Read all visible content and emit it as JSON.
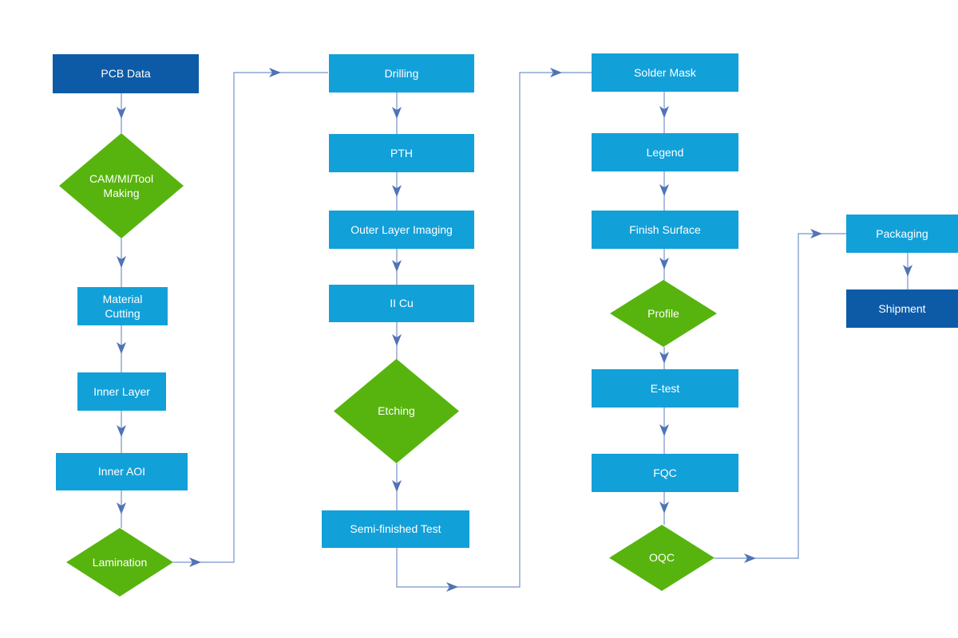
{
  "nodes": {
    "pcb_data": {
      "label": "PCB Data"
    },
    "cam_mi_tool_making": {
      "label": "CAM/MI/Tool Making"
    },
    "material_cutting": {
      "label": "Material Cutting"
    },
    "inner_layer": {
      "label": "Inner Layer"
    },
    "inner_aoi": {
      "label": "Inner AOI"
    },
    "lamination": {
      "label": "Lamination"
    },
    "drilling": {
      "label": "Drilling"
    },
    "pth": {
      "label": "PTH"
    },
    "outer_layer_imaging": {
      "label": "Outer Layer Imaging"
    },
    "ii_cu": {
      "label": "II Cu"
    },
    "etching": {
      "label": "Etching"
    },
    "semi_finished_test": {
      "label": "Semi-finished Test"
    },
    "solder_mask": {
      "label": "Solder Mask"
    },
    "legend": {
      "label": "Legend"
    },
    "finish_surface": {
      "label": "Finish Surface"
    },
    "profile": {
      "label": "Profile"
    },
    "e_test": {
      "label": "E-test"
    },
    "fqc": {
      "label": "FQC"
    },
    "oqc": {
      "label": "OQC"
    },
    "packaging": {
      "label": "Packaging"
    },
    "shipment": {
      "label": "Shipment"
    }
  },
  "colors": {
    "node_start_end": "#0d5ba7",
    "node_process": "#12a0d9",
    "node_decision": "#57b40e",
    "edge_line": "#7693c9",
    "edge_arrow": "#4f74b5",
    "node_text": "#ffffff",
    "background": "#ffffff"
  }
}
